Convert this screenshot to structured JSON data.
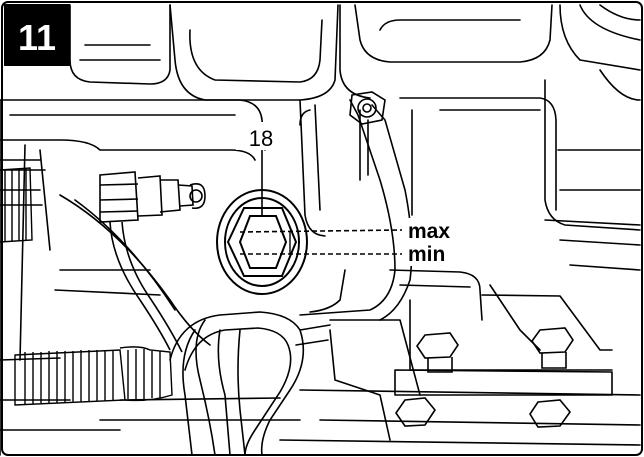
{
  "figure": {
    "step_number": "11",
    "callout": "18",
    "level_max": "max",
    "level_min": "min"
  }
}
